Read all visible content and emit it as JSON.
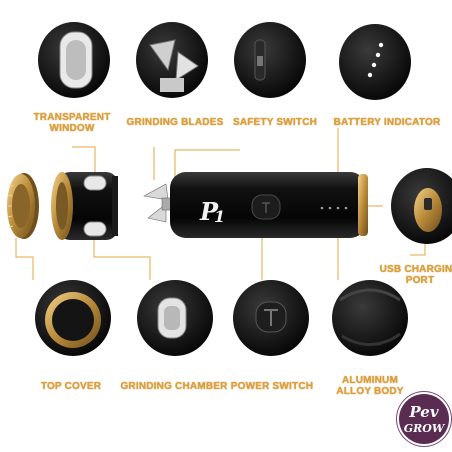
{
  "labels": {
    "transparent_window": [
      "TRANSPARENT",
      "WINDOW"
    ],
    "grinding_blades": "GRINDING BLADES",
    "safety_switch": "SAFETY SWITCH",
    "battery_indicator": "BATTERY INDICATOR",
    "usb_charging_port": [
      "USB CHARGING",
      "PORT"
    ],
    "top_cover": "TOP COVER",
    "grinding_chamber": "GRINDING CHAMBER",
    "power_switch": "POWER SWITCH",
    "aluminum_alloy_body": [
      "ALUMINUM",
      "ALLOY BODY"
    ]
  },
  "logo": {
    "line1": "Pev",
    "line2": "GROW"
  },
  "colors": {
    "label": "#e0a037",
    "leader_line": "#e5a63c",
    "gold": "#c99a4a",
    "body": "#0d0d0d"
  }
}
